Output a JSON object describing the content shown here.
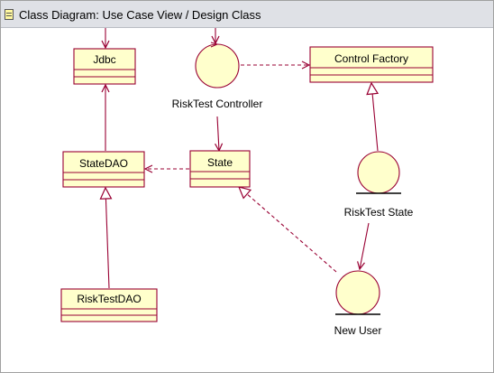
{
  "window": {
    "title": "Class Diagram: Use Case View / Design Class"
  },
  "diagram": {
    "classes": {
      "jdbc": "Jdbc",
      "control_factory": "Control Factory",
      "state_dao": "StateDAO",
      "state": "State",
      "risk_test_dao": "RiskTestDAO"
    },
    "objects": {
      "risktest_controller": "RiskTest Controller",
      "risktest_state": "RiskTest State",
      "new_user": "New User"
    }
  },
  "colors": {
    "class_fill": "#ffffcc",
    "class_border": "#990033",
    "line": "#990033",
    "text": "#000000"
  }
}
